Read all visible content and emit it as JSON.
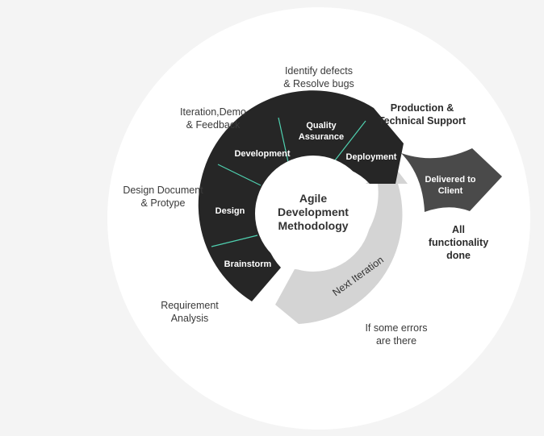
{
  "colors": {
    "background": "#f4f4f4",
    "halo": "#ffffff",
    "dark_arc": "#262626",
    "divider": "#4fd1b0",
    "return_arrow": "#d4d4d4",
    "deliver_arrow": "#4a4a4a",
    "text": "#3a3a3a"
  },
  "center": {
    "line1": "Agile",
    "line2": "Development",
    "line3": "Methodology"
  },
  "segments": {
    "brainstorm": "Brainstorm",
    "design": "Design",
    "development": "Development",
    "quality_1": "Quality",
    "quality_2": "Assurance",
    "deployment": "Deployment"
  },
  "labels": {
    "requirement": [
      "Requirement",
      "Analysis"
    ],
    "design_doc": [
      "Design Document",
      "& Protype"
    ],
    "iteration": [
      "Iteration,Demo",
      "& Feedback"
    ],
    "defects": [
      "Identify defects",
      "& Resolve bugs"
    ],
    "production": [
      "Production &",
      "Technical Support"
    ],
    "functionality": [
      "All",
      "functionality",
      "done"
    ],
    "errors": [
      "If some errors",
      "are there"
    ]
  },
  "delivered": {
    "line1": "Delivered to",
    "line2": "Client"
  },
  "next_iteration": "Next Iteration"
}
